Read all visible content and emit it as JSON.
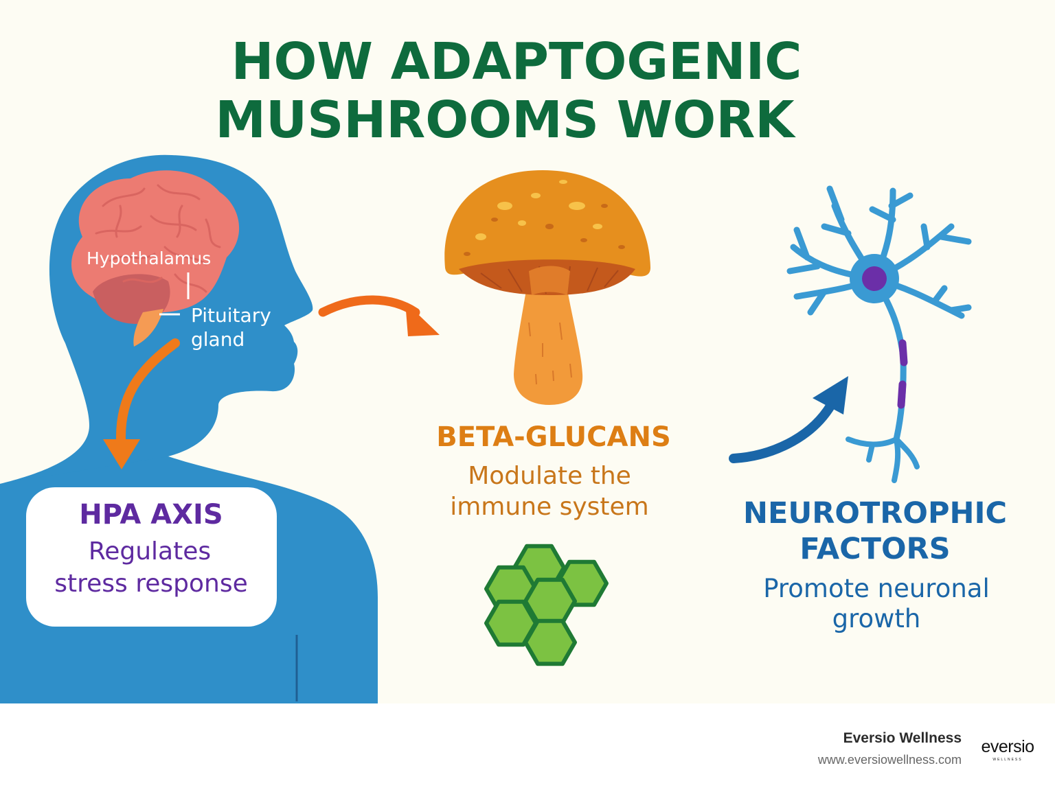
{
  "title": {
    "line1": "HOW ADAPTOGENIC",
    "line2": "MUSHROOMS WORK"
  },
  "brain_labels": {
    "hypothalamus": "Hypothalamus",
    "pituitary_line1": "Pituitary",
    "pituitary_line2": "gland"
  },
  "hpa": {
    "heading": "HPA AXIS",
    "text_line1": "Regulates",
    "text_line2": "stress response"
  },
  "beta": {
    "heading": "BETA-GLUCANS",
    "text_line1": "Modulate the",
    "text_line2": "immune system"
  },
  "neuro": {
    "heading_line1": "NEUROTROPHIC",
    "heading_line2": "FACTORS",
    "text_line1": "Promote neuronal",
    "text_line2": "growth"
  },
  "footer": {
    "brand": "Eversio Wellness",
    "url": "www.eversiowellness.com",
    "logo_word": "eversio",
    "logo_sub": "WELLNESS"
  },
  "colors": {
    "title_green": "#0e6b3d",
    "body_blue": "#2f8fc9",
    "brain_pink": "#ec7b72",
    "arrow_orange": "#ef7a1a",
    "hpa_purple": "#5e2aa0",
    "beta_orange": "#dd7e14",
    "neuro_blue": "#1a66a8",
    "molecule_green": "#7cc242"
  },
  "icons": [
    "human-silhouette-icon",
    "brain-icon",
    "mushroom-icon",
    "beta-glucan-molecule-icon",
    "neuron-icon",
    "arrow-icon"
  ]
}
